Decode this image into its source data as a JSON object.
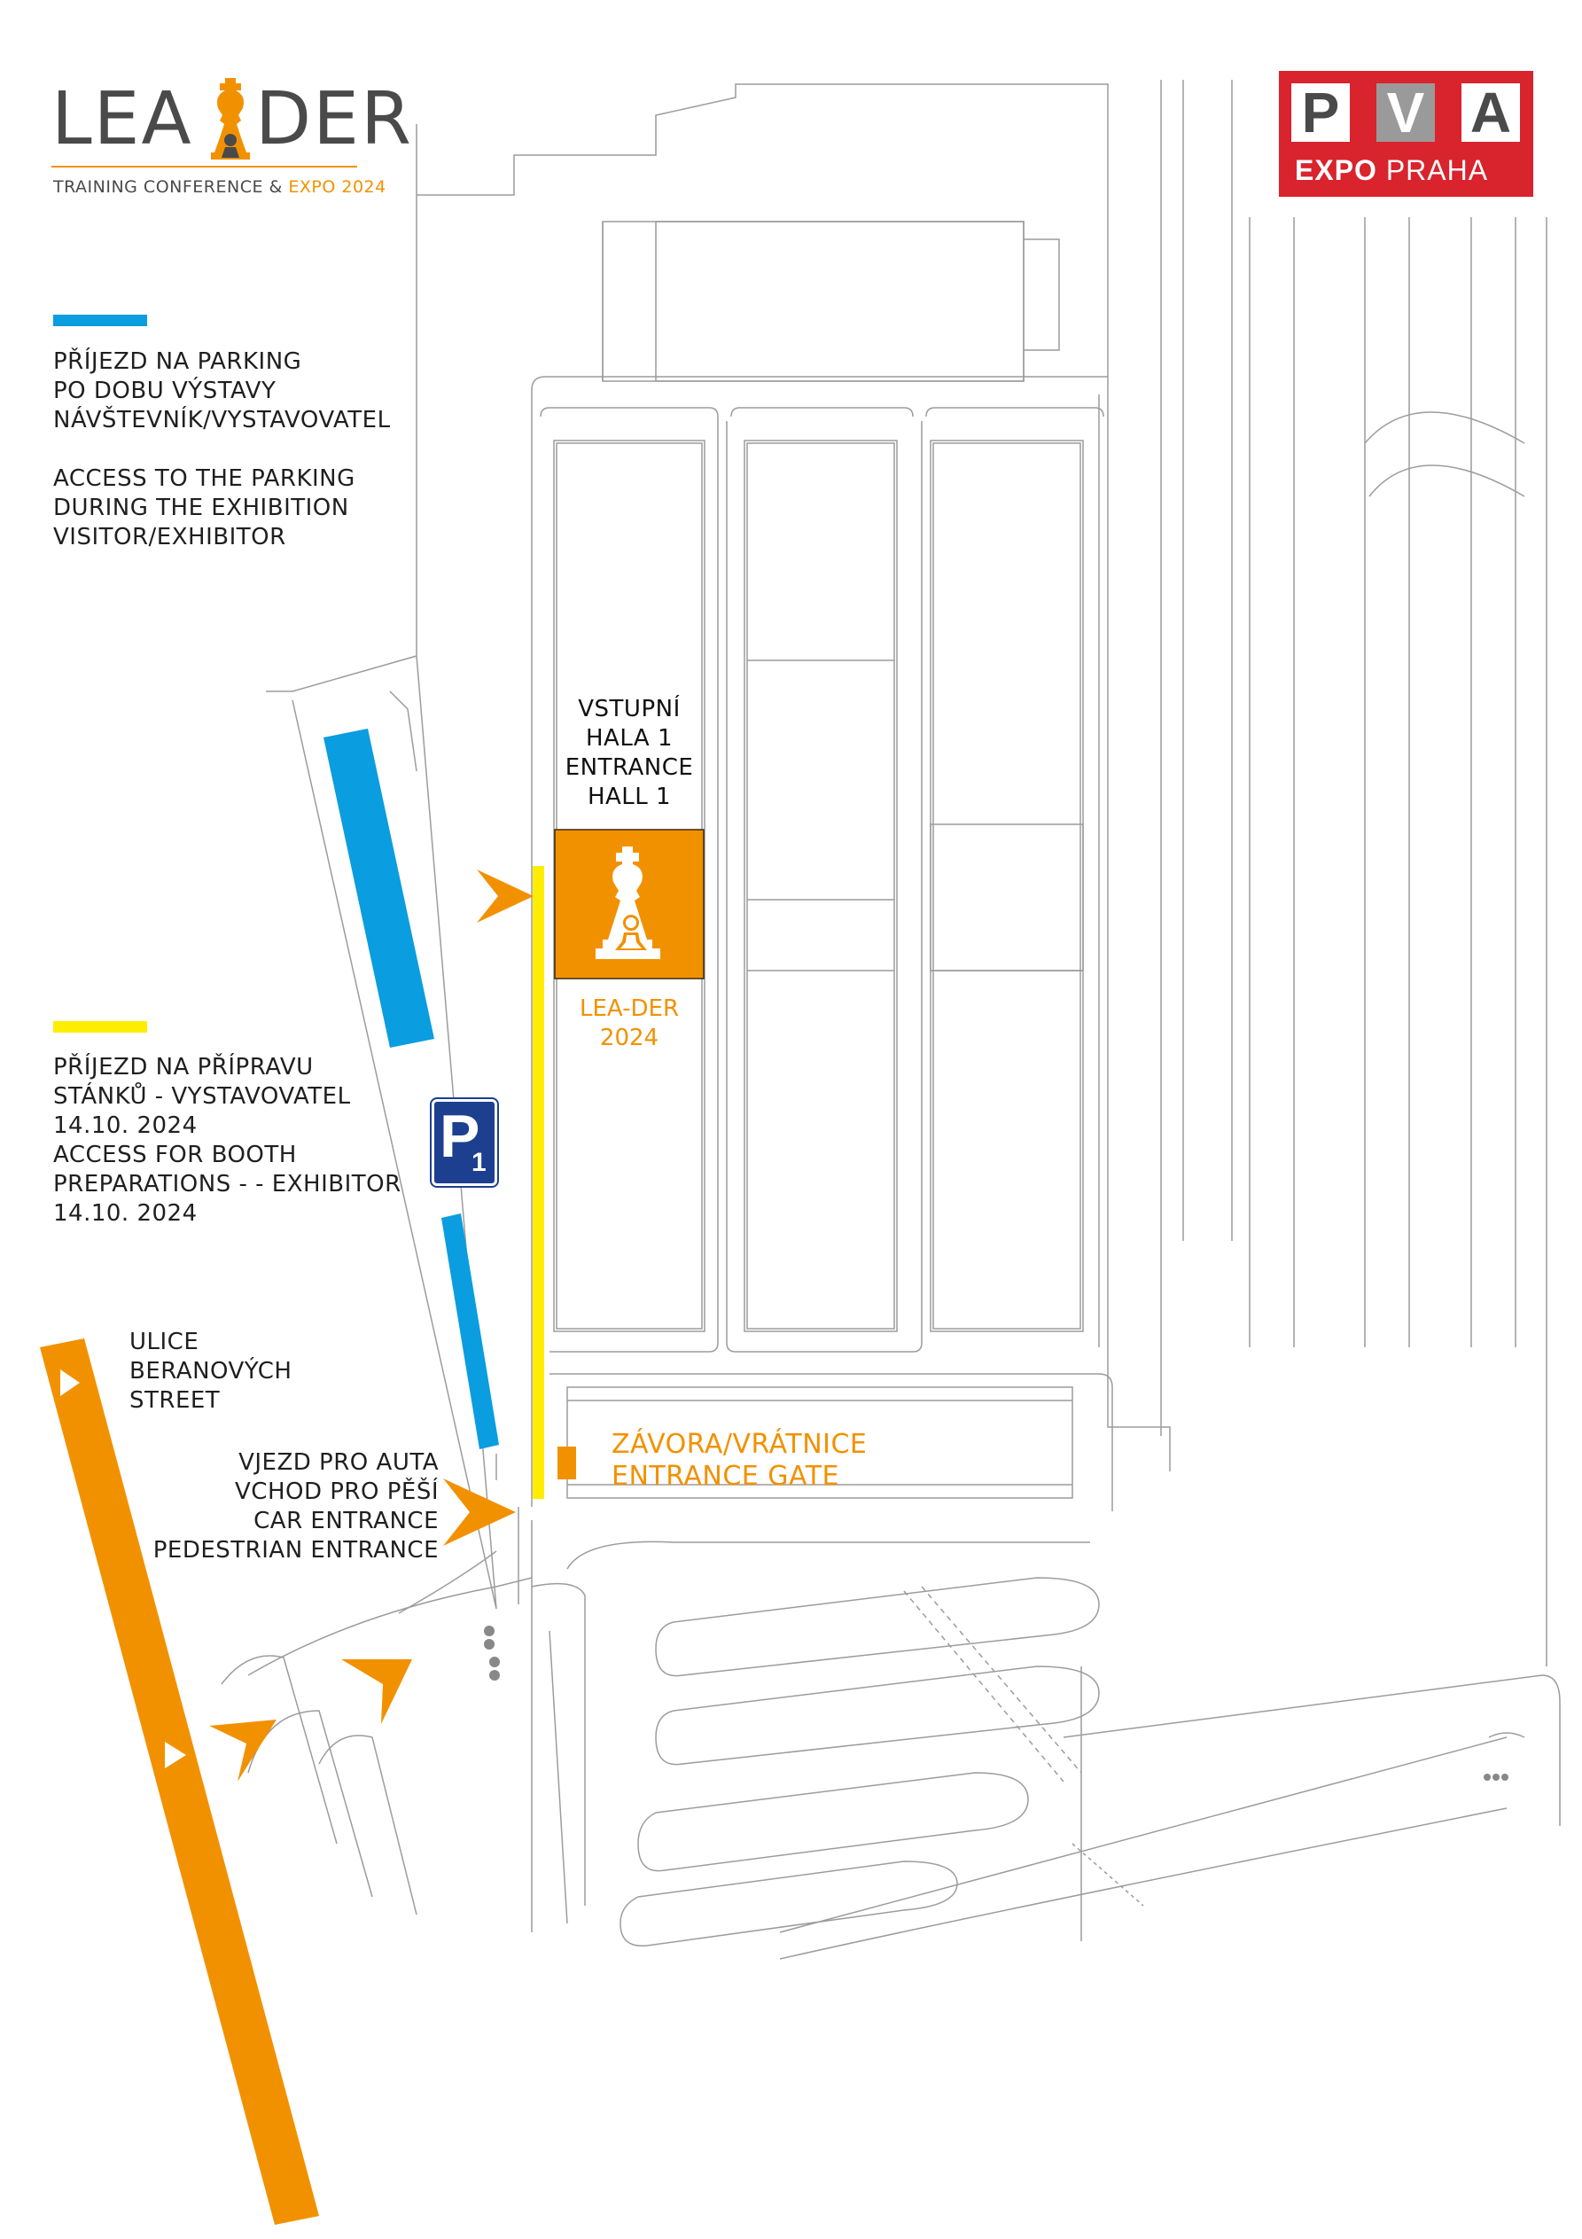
{
  "logo": {
    "title_left": "LEA",
    "title_right": "DER",
    "subtitle_main": "TRAINING CONFERENCE & ",
    "subtitle_highlight": "EXPO 2024"
  },
  "pva_logo": {
    "letters": [
      "P",
      "V",
      "A"
    ],
    "expo": "EXPO",
    "praha": "PRAHA"
  },
  "legend": {
    "blue": {
      "color": "#0a9de0",
      "cz_lines": [
        "PŘÍJEZD NA PARKING",
        "PO DOBU VÝSTAVY",
        "NÁVŠTEVNÍK/VYSTAVOVATEL"
      ],
      "en_lines": [
        "ACCESS TO THE PARKING",
        "DURING THE EXHIBITION",
        "VISITOR/EXHIBITOR"
      ]
    },
    "yellow": {
      "color": "#ffed00",
      "lines": [
        "PŘÍJEZD NA PŘÍPRAVU",
        "STÁNKŮ - VYSTAVOVATEL",
        "14.10. 2024",
        "ACCESS FOR BOOTH",
        "PREPARATIONS -  - EXHIBITOR",
        "14.10. 2024"
      ]
    }
  },
  "labels": {
    "street": [
      "ULICE",
      "BERANOVÝCH",
      "STREET"
    ],
    "entrance": [
      "VJEZD PRO AUTA",
      "VCHOD PRO PĚŠÍ",
      "CAR ENTRANCE",
      "PEDESTRIAN ENTRANCE"
    ],
    "hall": [
      "VSTUPNÍ",
      "HALA 1",
      "ENTRANCE",
      "HALL 1"
    ],
    "booth": [
      "LEA-DER",
      "2024"
    ],
    "gate": [
      "ZÁVORA/VRÁTNICE",
      "ENTRANCE GATE"
    ],
    "parking_sign": {
      "letter": "P",
      "number": "1"
    }
  },
  "colors": {
    "orange": "#f29100",
    "blue": "#0a9de0",
    "yellow": "#ffed00",
    "outline": "#9c9c9c",
    "pva_red": "#d9232d",
    "parking_blue": "#1d3f8f"
  }
}
